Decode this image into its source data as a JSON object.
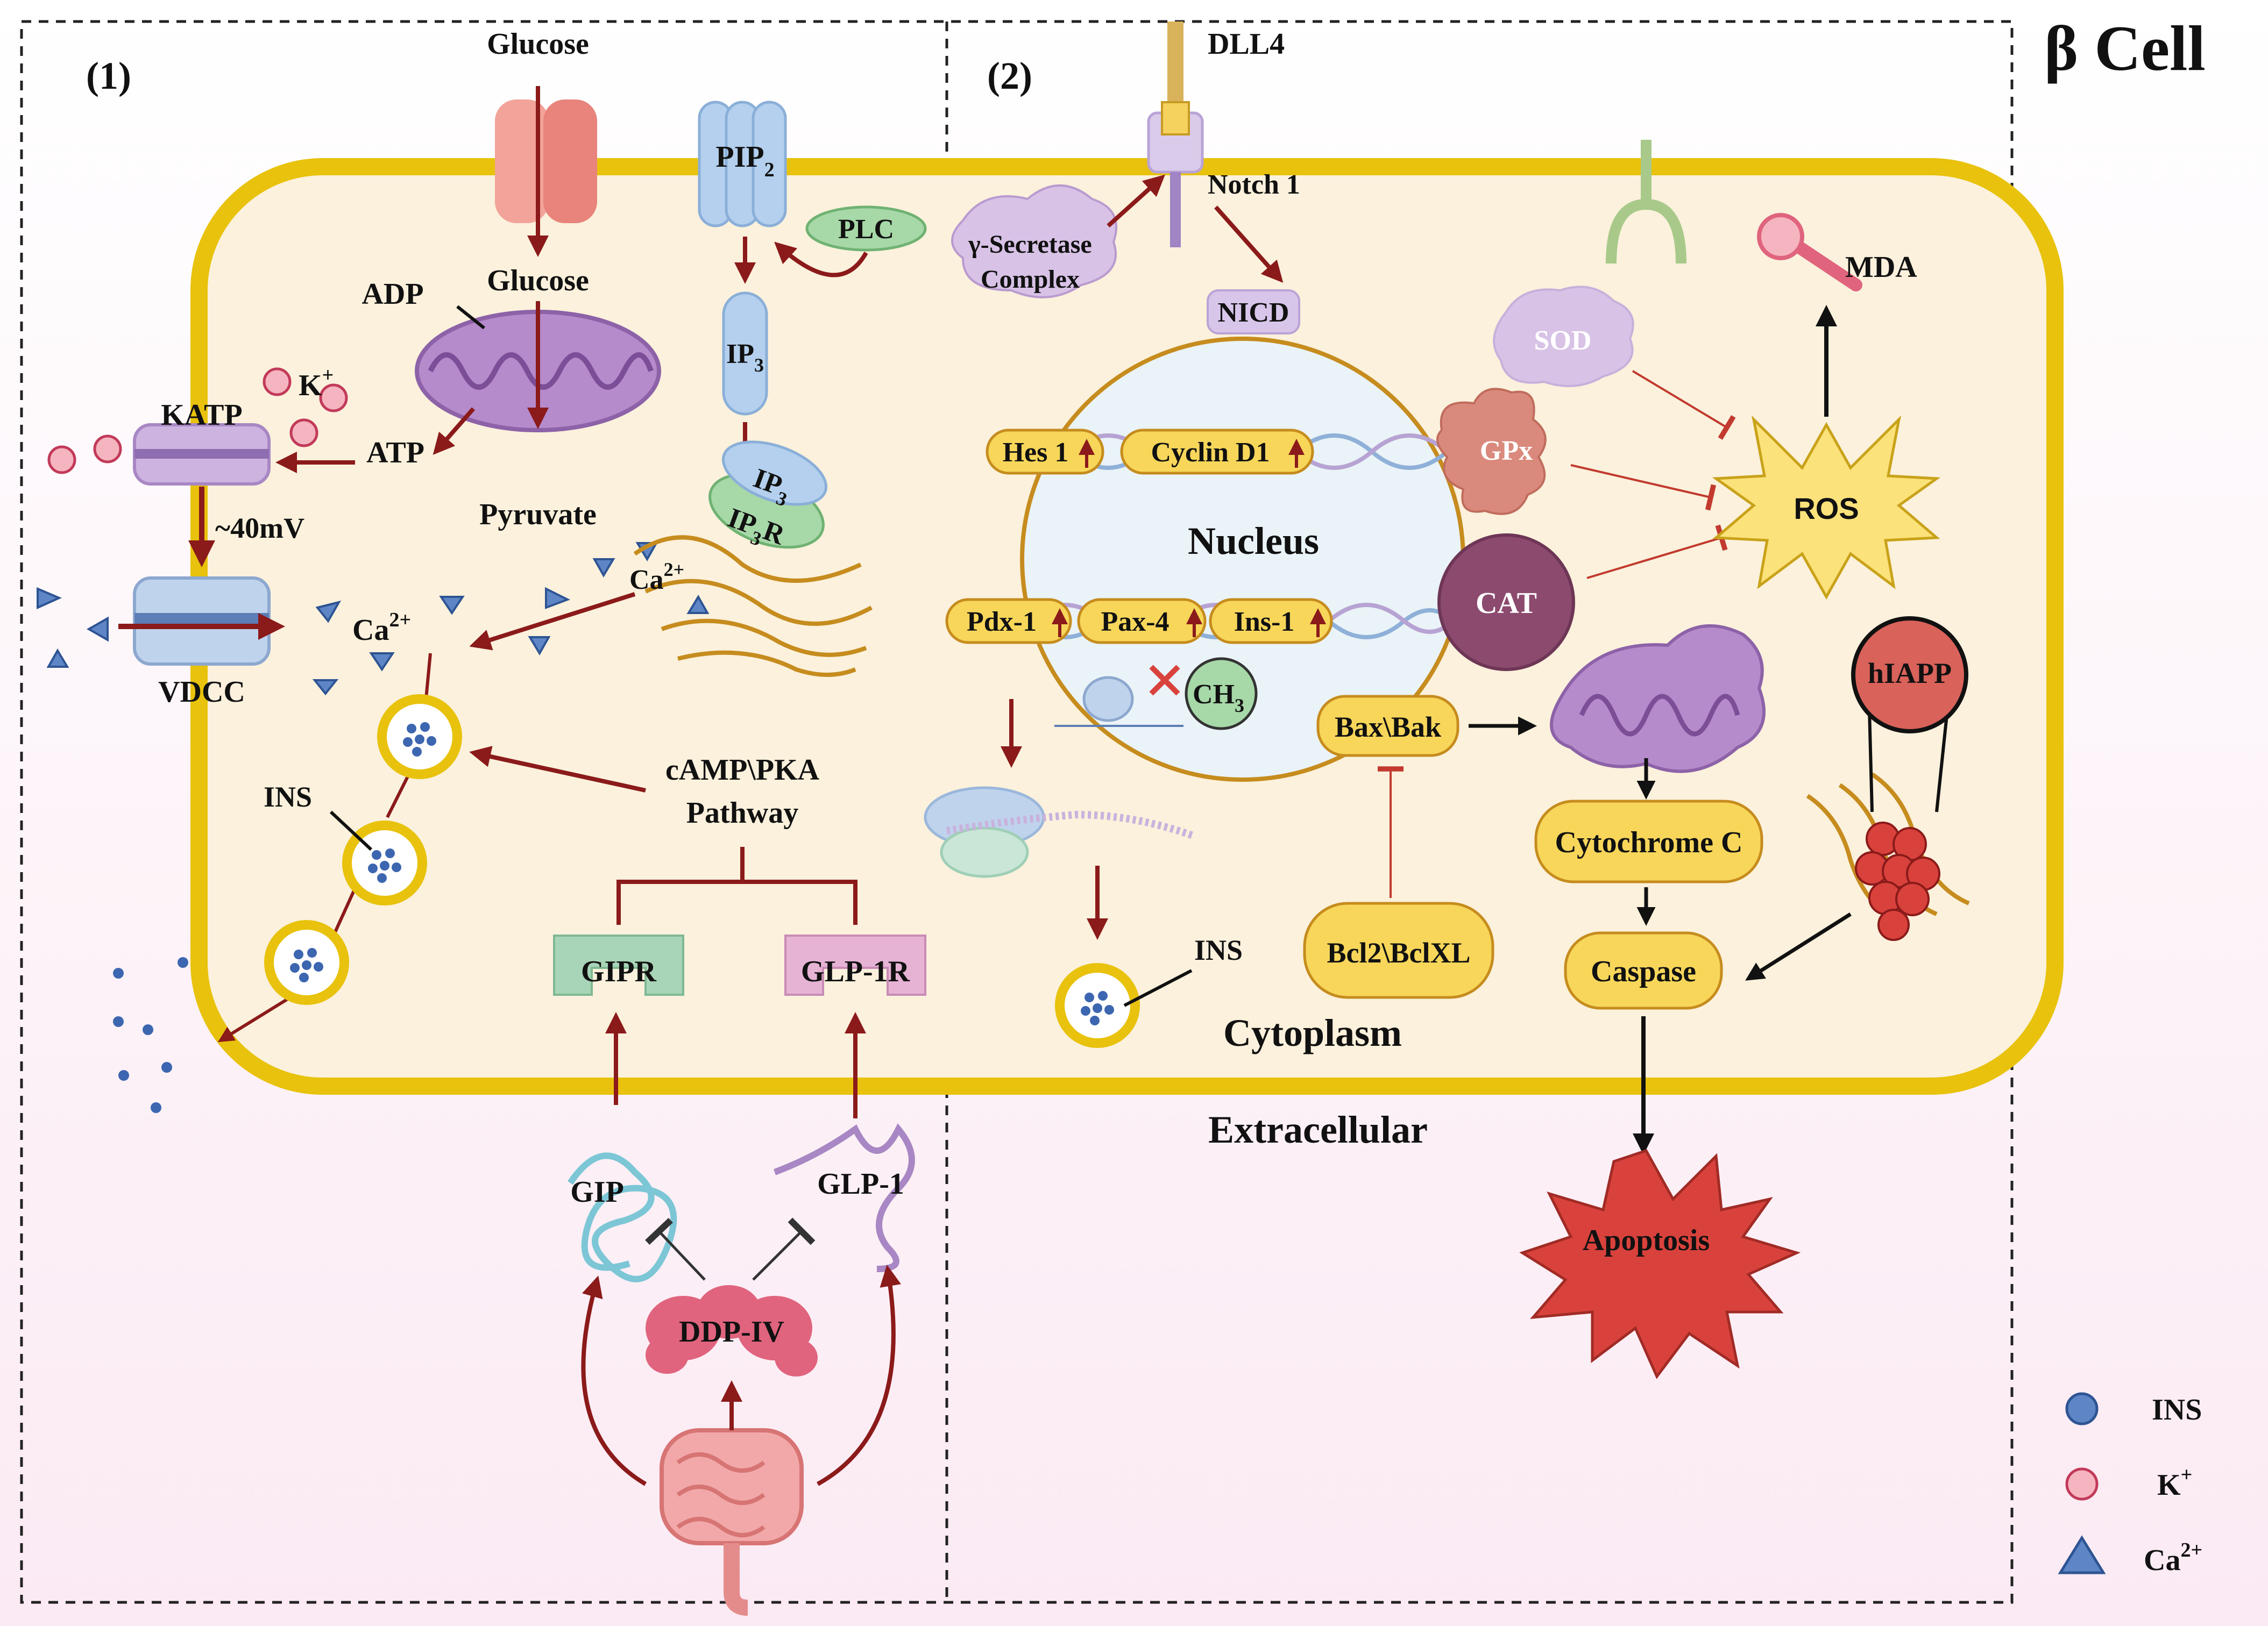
{
  "title": "β Cell",
  "panels": {
    "left": "(1)",
    "right": "(2)"
  },
  "regions": {
    "cytoplasm": "Cytoplasm",
    "extracellular": "Extracellular",
    "nucleus": "Nucleus"
  },
  "panel1": {
    "glucose_out": "Glucose",
    "glucose_in": "Glucose",
    "adp": "ADP",
    "atp": "ATP",
    "pyruvate": "Pyruvate",
    "katp": "KATP",
    "k": "K",
    "k_sup": "+",
    "voltage": "~40mV",
    "vdcc": "VDCC",
    "ca": "Ca",
    "ca_sup": "2+",
    "pip": "PIP",
    "pip_sub": "2",
    "plc": "PLC",
    "ip3": "IP",
    "ip3_sub": "3",
    "ip3r": "IP",
    "ip3r_sub": "3",
    "ip3r_r": "R",
    "ins": "INS",
    "camp_line1": "cAMP\\PKA",
    "camp_line2": "Pathway",
    "gipr": "GIPR",
    "glp1r": "GLP-1R",
    "gip": "GIP",
    "glp1": "GLP-1",
    "dppiv": "DDP-IV"
  },
  "panel2": {
    "dll4": "DLL4",
    "notch1": "Notch 1",
    "secretase_line1": "γ-Secretase",
    "secretase_line2": "Complex",
    "nicd": "NICD",
    "hes1": "Hes 1",
    "cyclin": "Cyclin D1",
    "pdx1": "Pdx-1",
    "pax4": "Pax-4",
    "ins1": "Ins-1",
    "ch3": "CH",
    "ch3_sub": "3",
    "ins": "INS",
    "sod": "SOD",
    "gpx": "GPx",
    "cat": "CAT",
    "ros": "ROS",
    "mda": "MDA",
    "baxbak": "Bax\\Bak",
    "bcl": "Bcl2\\BclXL",
    "cytc": "Cytochrome C",
    "caspase": "Caspase",
    "hiapp": "hIAPP",
    "apoptosis": "Apoptosis"
  },
  "legend": [
    {
      "label": "INS",
      "symbol": "blue-circle"
    },
    {
      "label": "K",
      "sup": "+",
      "symbol": "pink-circle"
    },
    {
      "label": "Ca",
      "sup": "2+",
      "symbol": "blue-triangle"
    }
  ],
  "colors": {
    "membrane": "#E8C20C",
    "cytoplasm": "#FBF1DC",
    "arrow": "#8B1A1A",
    "yellow_box": "#F7D65A",
    "ros": "#FBE27A"
  }
}
